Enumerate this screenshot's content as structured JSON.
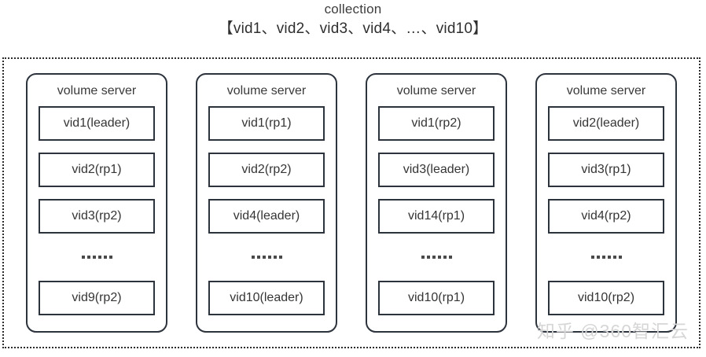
{
  "title": {
    "main": "collection",
    "sub": "【vid1、vid2、vid3、vid4、…、vid10】"
  },
  "servers": [
    {
      "title": "volume server",
      "volumes": [
        "vid1(leader)",
        "vid2(rp1)",
        "vid3(rp2)"
      ],
      "ellipsis": "……",
      "last_volume": "vid9(rp2)"
    },
    {
      "title": "volume server",
      "volumes": [
        "vid1(rp1)",
        "vid2(rp2)",
        "vid4(leader)"
      ],
      "ellipsis": "……",
      "last_volume": "vid10(leader)"
    },
    {
      "title": "volume server",
      "volumes": [
        "vid1(rp2)",
        "vid3(leader)",
        "vid14(rp1)"
      ],
      "ellipsis": "……",
      "last_volume": "vid10(rp1)"
    },
    {
      "title": "volume server",
      "volumes": [
        "vid2(leader)",
        "vid3(rp1)",
        "vid4(rp2)"
      ],
      "ellipsis": "……",
      "last_volume": "vid10(rp2)"
    }
  ],
  "watermark": "知乎 @360智汇云",
  "colors": {
    "border": "#2d333c",
    "text": "#353535",
    "dotted_border": "#2b2b2b",
    "watermark": "#d6d6d6",
    "background": "#ffffff"
  }
}
